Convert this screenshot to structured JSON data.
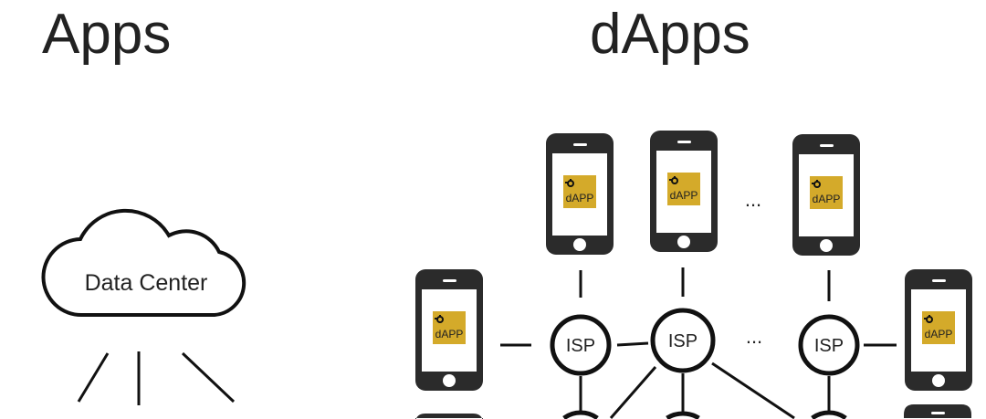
{
  "left": {
    "title": "Apps",
    "cloud_label": "Data Center"
  },
  "right": {
    "title": "dApps",
    "app_label": "dAPP",
    "node_label": "ISP",
    "ellipsis": "...",
    "app_color": "#d4aa2a",
    "phone_color": "#2b2b2b"
  }
}
